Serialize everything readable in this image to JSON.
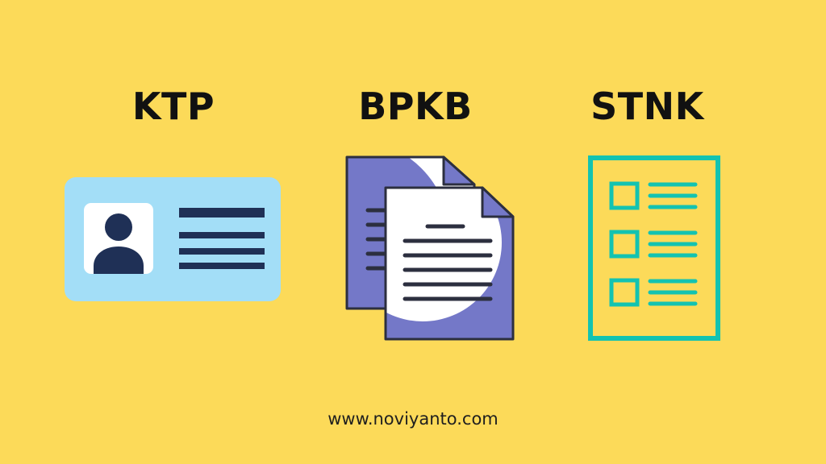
{
  "background_color": "#fcda59",
  "documents": [
    {
      "label": "KTP",
      "icon": "id-card-icon"
    },
    {
      "label": "BPKB",
      "icon": "documents-icon"
    },
    {
      "label": "STNK",
      "icon": "checklist-form-icon"
    }
  ],
  "colors": {
    "label_text": "#111111",
    "id_card_fill": "#a3def7",
    "id_card_lines": "#1f3056",
    "documents_purple": "#7478c8",
    "documents_outline": "#2c2f3f",
    "checklist_teal": "#13c3b1"
  },
  "footer": {
    "text": "www.noviyanto.com"
  }
}
